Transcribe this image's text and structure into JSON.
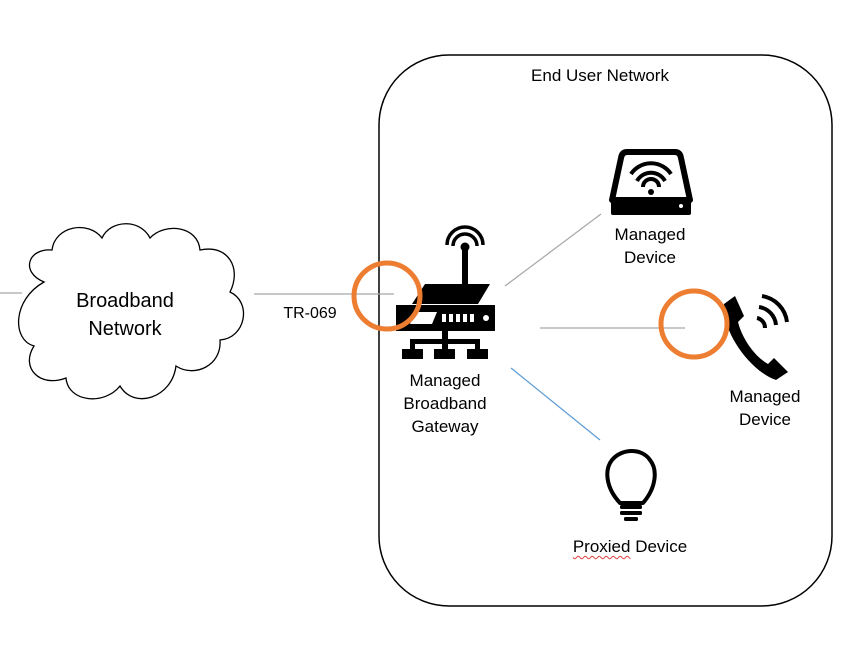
{
  "diagram": {
    "network_label": "End User Network",
    "cloud_label": [
      "Broadband",
      "Network"
    ],
    "connection_label": "TR-069",
    "gateway_label": [
      "Managed",
      "Broadband",
      "Gateway"
    ],
    "device1_label": [
      "Managed",
      "Device"
    ],
    "device2_label": [
      "Managed",
      "Device"
    ],
    "proxied_label": {
      "underlined": "Proxied",
      "rest": " Device"
    }
  },
  "colors": {
    "highlight_ring": "#ED7D31",
    "proxy_link": "#5B9BD5",
    "link": "#A6A6A6",
    "outline": "#000000"
  },
  "icons": [
    "cloud-icon",
    "router-icon",
    "wifi-drive-icon",
    "phone-icon",
    "lightbulb-icon"
  ]
}
